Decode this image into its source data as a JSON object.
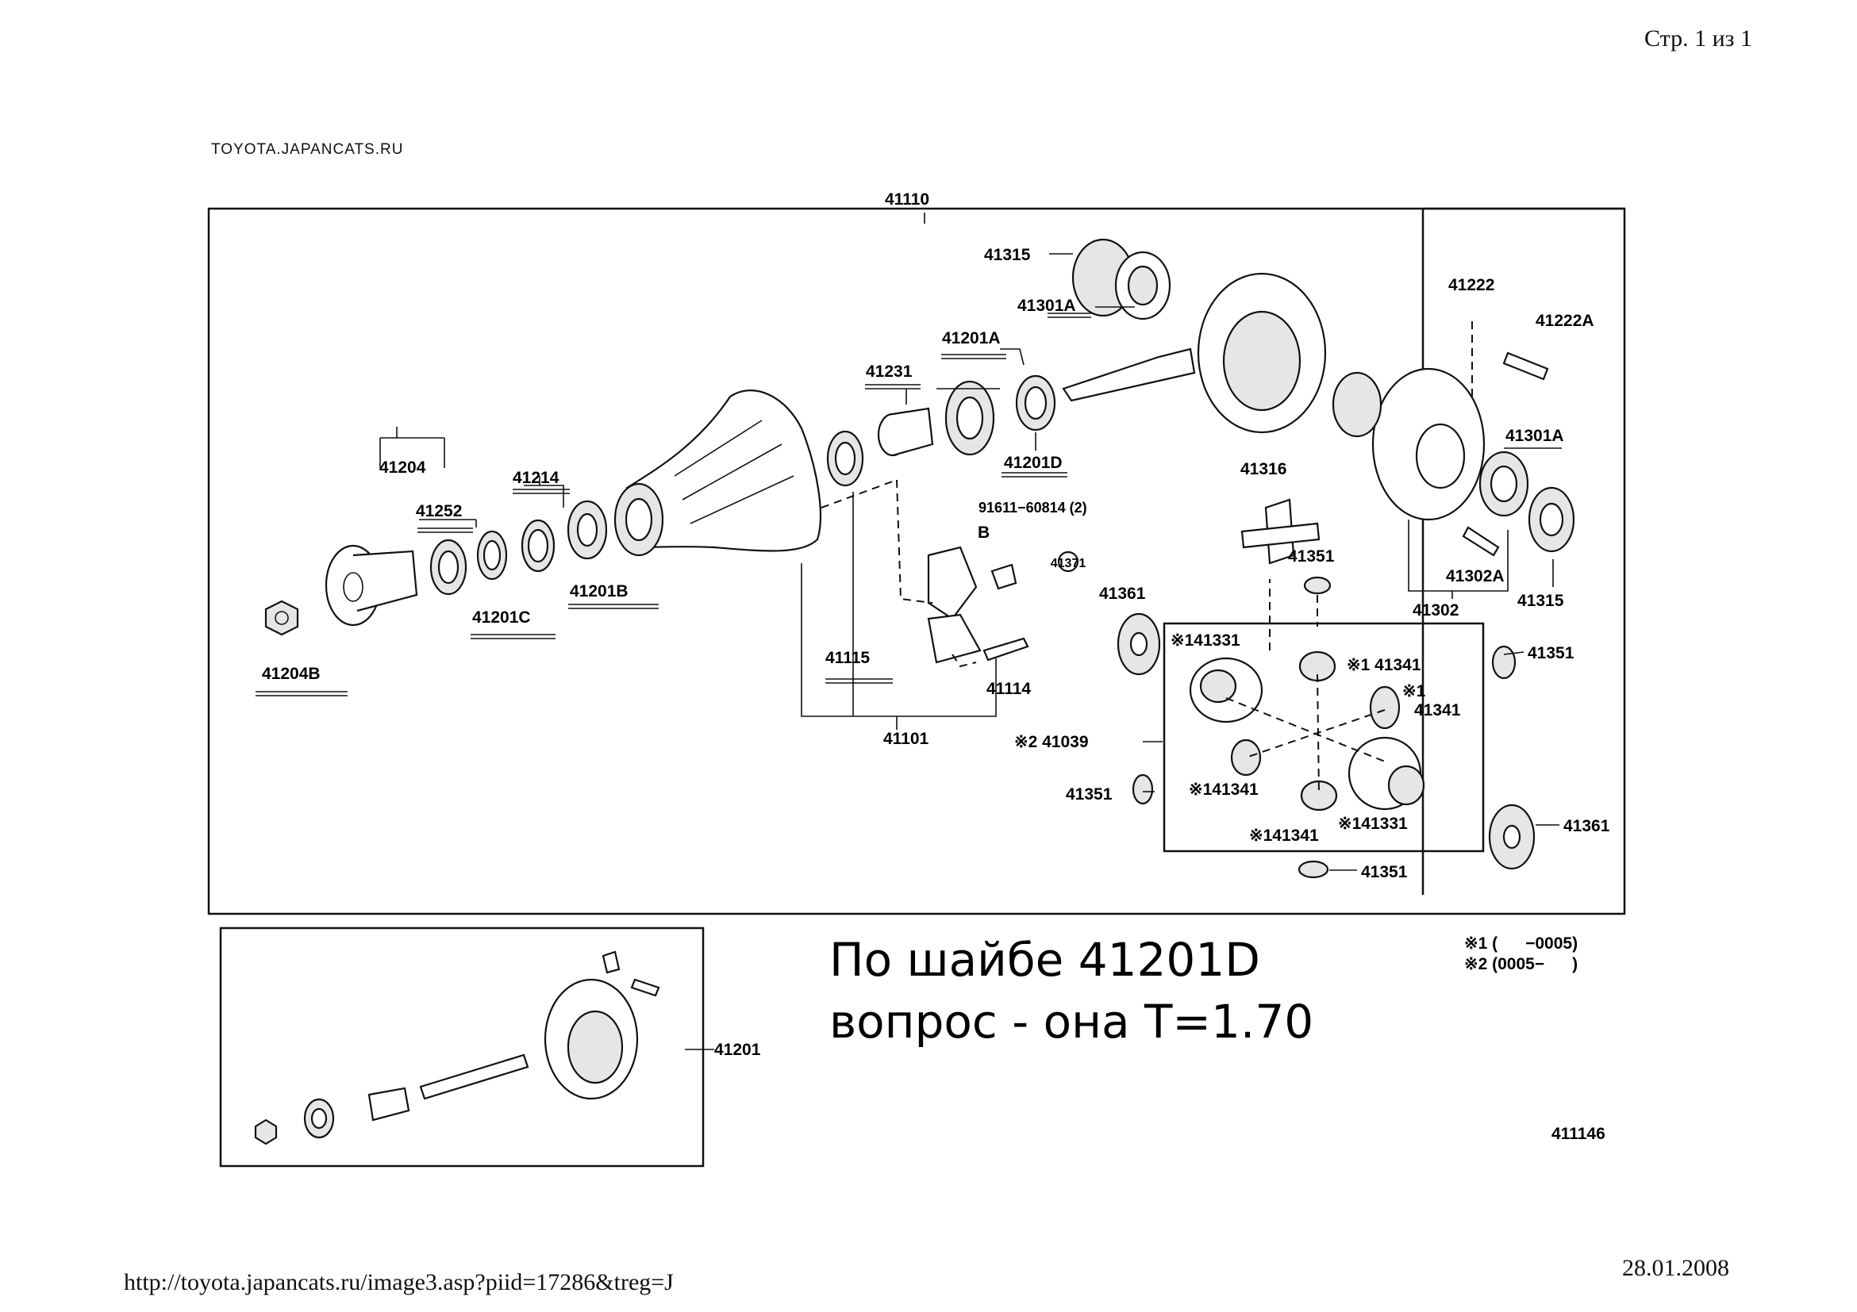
{
  "header": {
    "page_counter": "Стр. 1 из 1"
  },
  "site_label": "TOYOTA.JAPANCATS.RU",
  "diagram": {
    "assembly_label": "41110",
    "parts": [
      {
        "id": "41315-top",
        "label": "41315"
      },
      {
        "id": "41301A-top",
        "label": "41301A"
      },
      {
        "id": "41222",
        "label": "41222"
      },
      {
        "id": "41222A",
        "label": "41222A"
      },
      {
        "id": "41201A",
        "label": "41201A"
      },
      {
        "id": "41231",
        "label": "41231"
      },
      {
        "id": "41201D",
        "label": "41201D"
      },
      {
        "id": "41301A-right",
        "label": "41301A"
      },
      {
        "id": "41204",
        "label": "41204"
      },
      {
        "id": "41214",
        "label": "41214"
      },
      {
        "id": "41252",
        "label": "41252"
      },
      {
        "id": "91611",
        "label": "91611−60814 (2)"
      },
      {
        "id": "41371",
        "label": "41371"
      },
      {
        "id": "41316",
        "label": "41316"
      },
      {
        "id": "B-mark",
        "label": "B"
      },
      {
        "id": "41201B",
        "label": "41201B"
      },
      {
        "id": "41201C",
        "label": "41201C"
      },
      {
        "id": "41351-a",
        "label": "41351"
      },
      {
        "id": "41302A",
        "label": "41302A"
      },
      {
        "id": "41361-a",
        "label": "41361"
      },
      {
        "id": "41302",
        "label": "41302"
      },
      {
        "id": "41315-right",
        "label": "41315"
      },
      {
        "id": "41204B",
        "label": "41204B"
      },
      {
        "id": "141331-a",
        "label": "※141331"
      },
      {
        "id": "41341-a",
        "label": "※1 41341"
      },
      {
        "id": "41351-b",
        "label": "41351"
      },
      {
        "id": "41115",
        "label": "41115"
      },
      {
        "id": "41114",
        "label": "41114"
      },
      {
        "id": "41341-b-mark",
        "label": "※1"
      },
      {
        "id": "41341-b",
        "label": "41341"
      },
      {
        "id": "41101",
        "label": "41101"
      },
      {
        "id": "41039",
        "label": "※2 41039"
      },
      {
        "id": "41351-c",
        "label": "41351"
      },
      {
        "id": "41341-c",
        "label": "※141341"
      },
      {
        "id": "41341-d",
        "label": "※141341"
      },
      {
        "id": "141331-b",
        "label": "※141331"
      },
      {
        "id": "41361-b",
        "label": "41361"
      },
      {
        "id": "41351-d",
        "label": "41351"
      }
    ],
    "inset_label": "41201",
    "handwritten_note": {
      "line1": "По шайбе 41201D",
      "line2": "вопрос - она T=1.70"
    },
    "legend": {
      "line1": "※1 (      −0005)",
      "line2": "※2 (0005−      )"
    },
    "diagram_code": "411146"
  },
  "footer": {
    "url": "http://toyota.japancats.ru/image3.asp?piid=17286&treg=J",
    "date": "28.01.2008"
  }
}
